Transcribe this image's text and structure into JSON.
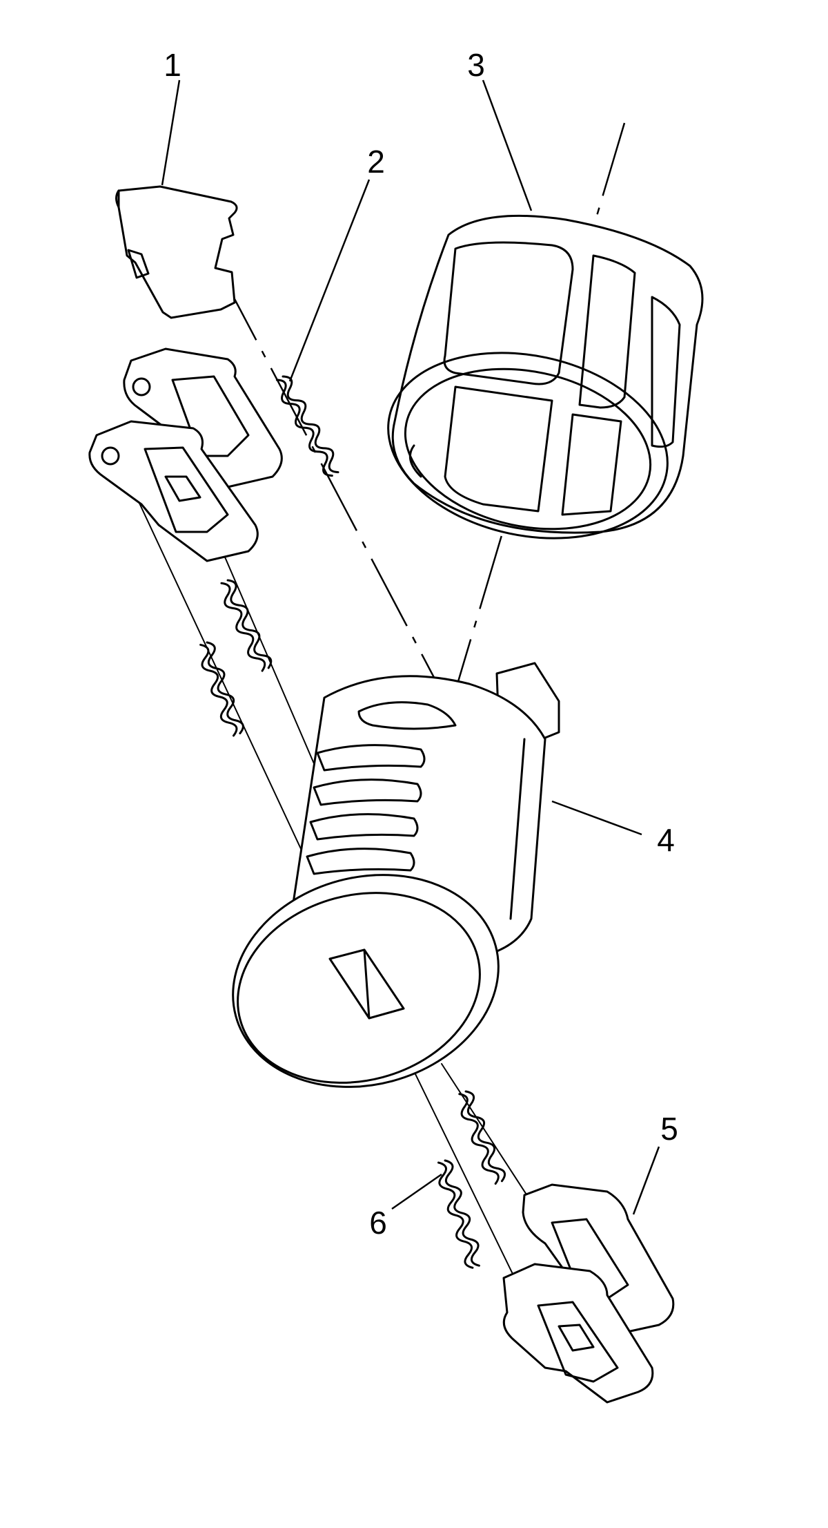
{
  "callouts": [
    {
      "id": "1",
      "label": "1"
    },
    {
      "id": "2",
      "label": "2"
    },
    {
      "id": "3",
      "label": "3"
    },
    {
      "id": "4",
      "label": "4"
    },
    {
      "id": "5",
      "label": "5"
    },
    {
      "id": "6",
      "label": "6"
    }
  ],
  "colors": {
    "ink": "#000000",
    "paper": "#ffffff"
  }
}
